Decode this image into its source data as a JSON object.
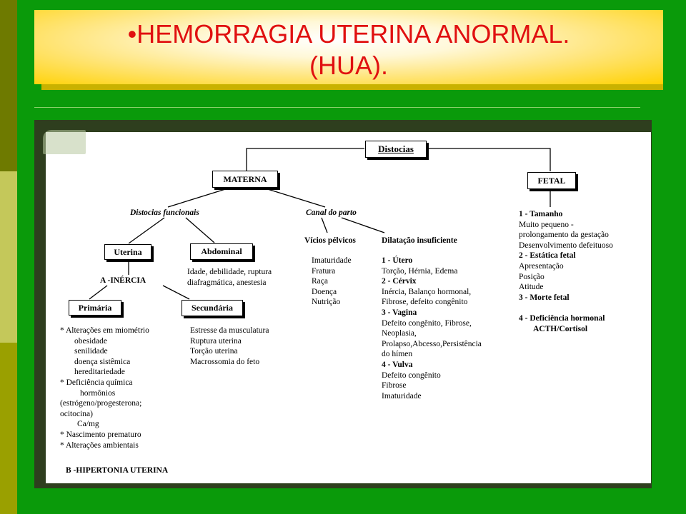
{
  "slide": {
    "title_line1": "•HEMORRAGIA UTERINA ANORMAL.",
    "title_line2": "(HUA)."
  },
  "diagram": {
    "root": "Distocias",
    "materna": "MATERNA",
    "fetal": "FETAL",
    "distocias_funcionais": "Distocias funcionais",
    "canal_do_parto": "Canal do parto",
    "uterina": "Uterina",
    "abdominal": "Abdominal",
    "abdominal_text": [
      "Idade, debilidade, ruptura",
      "diafragmática, anestesia"
    ],
    "inercia": "A -INÉRCIA",
    "primaria": "Primária",
    "secundaria": "Secundária",
    "primaria_items": [
      "* Alterações em miométrio",
      "obesidade",
      "senilidade",
      "doença sistêmica",
      "hereditariedade",
      "* Deficiência química",
      "hormônios",
      "(estrógeno/progesterona;",
      "ocitocina)",
      "Ca/mg",
      "* Nascimento prematuro",
      "* Alterações ambientais"
    ],
    "secundaria_items": [
      "Estresse da musculatura",
      "Ruptura uterina",
      "Torção uterina",
      "Macrossomia do feto"
    ],
    "hipertonia": "B -HIPERTONIA UTERINA",
    "vicios_pelvicos": "Vícios pélvicos",
    "vicios_items": [
      "Imaturidade",
      "Fratura",
      "Raça",
      "Doença",
      "Nutrição"
    ],
    "dilatacao": "Dilatação insuficiente",
    "dilatacao_items": [
      "1 - Útero",
      "Torção, Hérnia, Edema",
      "2 - Cérvix",
      "Inércia, Balanço hormonal,",
      "Fibrose, defeito congênito",
      "3 - Vagina",
      "Defeito congênito, Fibrose,",
      "Neoplasia,",
      "Prolapso,Abcesso,Persistência",
      "do hímen",
      "4 - Vulva",
      "Defeito congênito",
      "Fibrose",
      "Imaturidade"
    ],
    "fetal_items": [
      "1 - Tamanho",
      "Muito pequeno -",
      "prolongamento da gestação",
      "Desenvolvimento defeituoso",
      "2 - Estática fetal",
      "Apresentação",
      "Posição",
      "Atitude",
      "3 - Morte fetal",
      "",
      "4 - Deficiência hormonal",
      "ACTH/Cortisol"
    ]
  }
}
